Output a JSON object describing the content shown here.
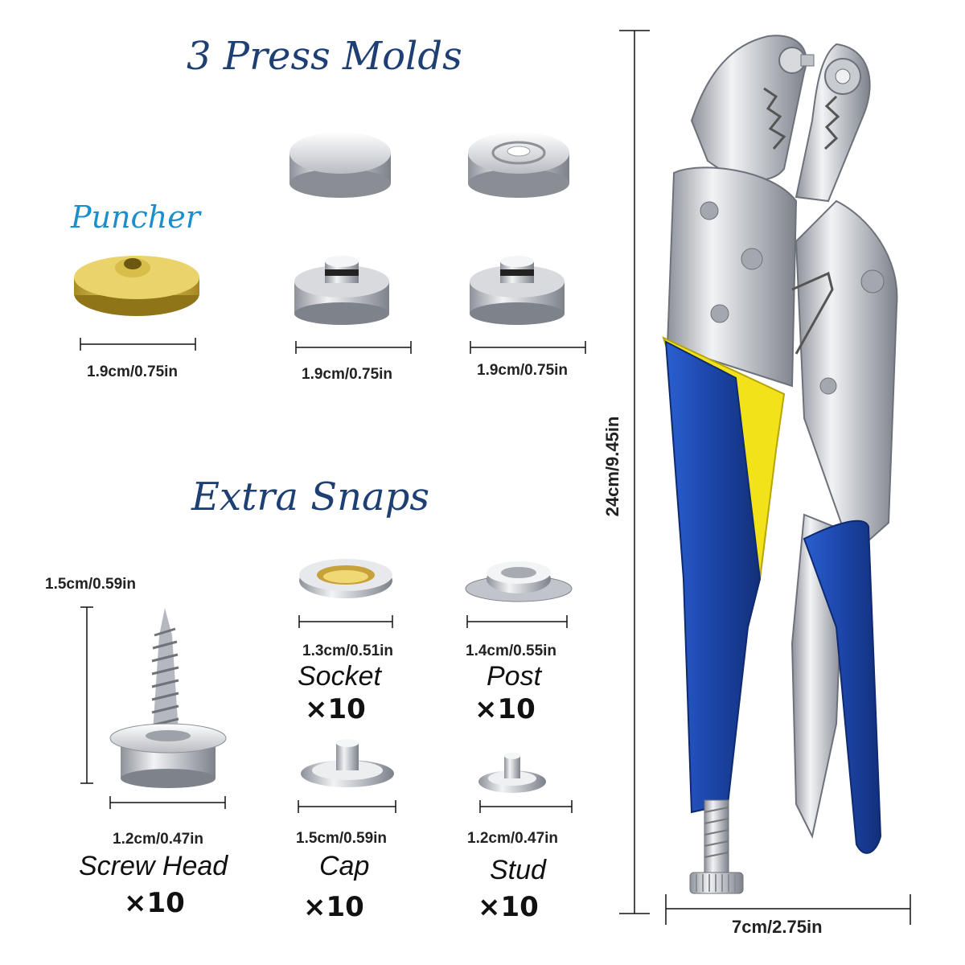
{
  "headings": {
    "press_molds": "3 Press Molds",
    "puncher": "Puncher",
    "extra_snaps": "Extra Snaps"
  },
  "press_mold_dims": {
    "puncher": "1.9cm/0.75in",
    "mold_1": "1.9cm/0.75in",
    "mold_2": "1.9cm/0.75in"
  },
  "snaps": {
    "screw_head": {
      "dim": "1.2cm/0.47in",
      "height_dim": "1.5cm/0.59in",
      "name": "Screw Head",
      "qty": "×10"
    },
    "socket": {
      "dim": "1.3cm/0.51in",
      "name": "Socket",
      "qty": "×10"
    },
    "post": {
      "dim": "1.4cm/0.55in",
      "name": "Post",
      "qty": "×10"
    },
    "cap": {
      "dim": "1.5cm/0.59in",
      "name": "Cap",
      "qty": "×10"
    },
    "stud": {
      "dim": "1.2cm/0.47in",
      "name": "Stud",
      "qty": "×10"
    }
  },
  "pliers": {
    "height_dim": "24cm/9.45in",
    "width_dim": "7cm/2.75in"
  },
  "colors": {
    "heading": "#1e3f73",
    "puncher_heading": "#1b8fcc",
    "handle_blue": "#1f4fb8",
    "handle_yellow": "#f2e21a",
    "brass": "#d4b640",
    "silver": "#c9ccd1"
  }
}
